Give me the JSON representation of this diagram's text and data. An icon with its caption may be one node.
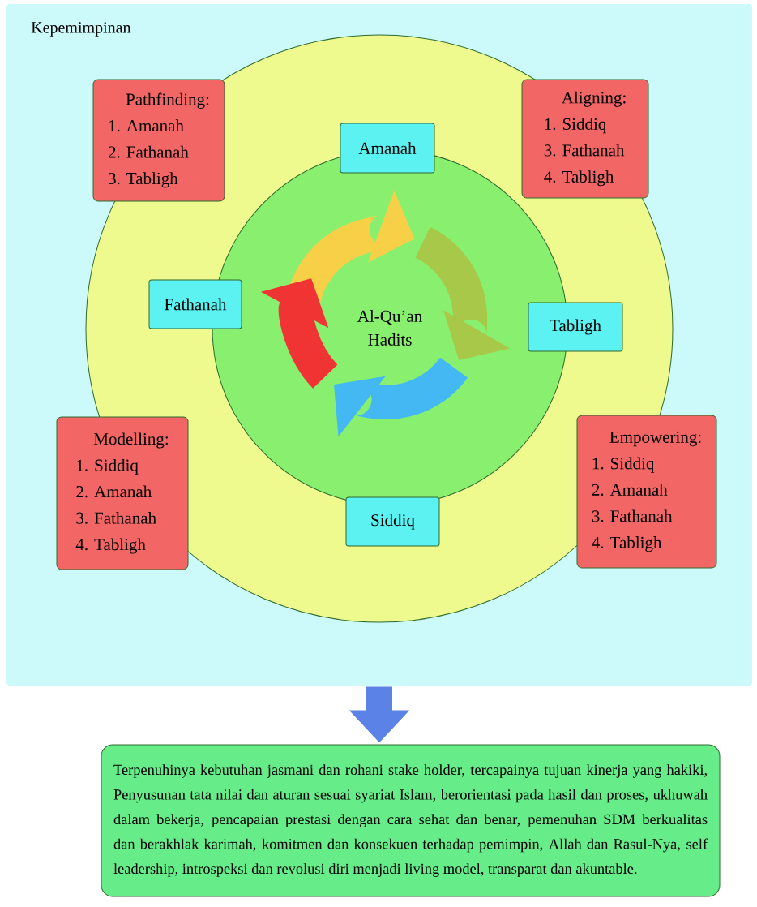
{
  "diagram": {
    "nodes": [
      {
        "text": [
          "Kepemimpinan"
        ]
      },
      {
        "text": [],
        "shape": "circle",
        "in": 0
      },
      {
        "text": [
          "Al-Qu’an Hadits"
        ],
        "in": 1
      },
      {
        "text": [
          "Pathfinding:",
          "1. Amanah",
          "2. Fathanah",
          "3. Tabligh"
        ],
        "in": 1
      },
      {
        "text": [
          "Amanah"
        ],
        "in": 1
      },
      {
        "text": [
          "Aligning:",
          "1. Siddiq",
          "3. Fathanah",
          "4. Tabligh"
        ],
        "in": 1
      },
      {
        "text": [
          "Fathanah"
        ],
        "in": 1
      },
      {
        "text": [
          "Tabligh"
        ],
        "in": 1
      },
      {
        "text": [
          "Modelling:",
          "1. Siddiq",
          "2. Amanah",
          "3. Fathanah",
          "4. Tabligh"
        ],
        "in": 0
      },
      {
        "text": [
          "Empowering:",
          "1. Siddiq",
          "2. Amanah",
          "3. Fathanah",
          "4. Tabligh"
        ],
        "in": 0
      },
      {
        "text": [
          "Siddiq"
        ],
        "in": 1
      },
      {
        "text": [
          "Terpenuhinya kebutuhan jasmani dan rohani stake holder, tercapainya tujuan kinerja yang hakiki, Penyusunan tata nilai dan aturan sesuai syariat Islam, berorientasi pada hasil dan proses, ukhuwah dalam bekerja, pencapaian prestasi dengan cara sehat dan benar, pemenuhan SDM berkualitas dan berakhlak karimah, komitmen dan konsekuen terhadap pemimpin, Allah dan Rasul-Nya, self leadership, introspeksi dan revolusi diri menjadi living model, transparat dan akuntable."
        ]
      }
    ],
    "edges": [
      {
        "from": 0,
        "to": 11,
        "arrow": "to"
      }
    ]
  }
}
